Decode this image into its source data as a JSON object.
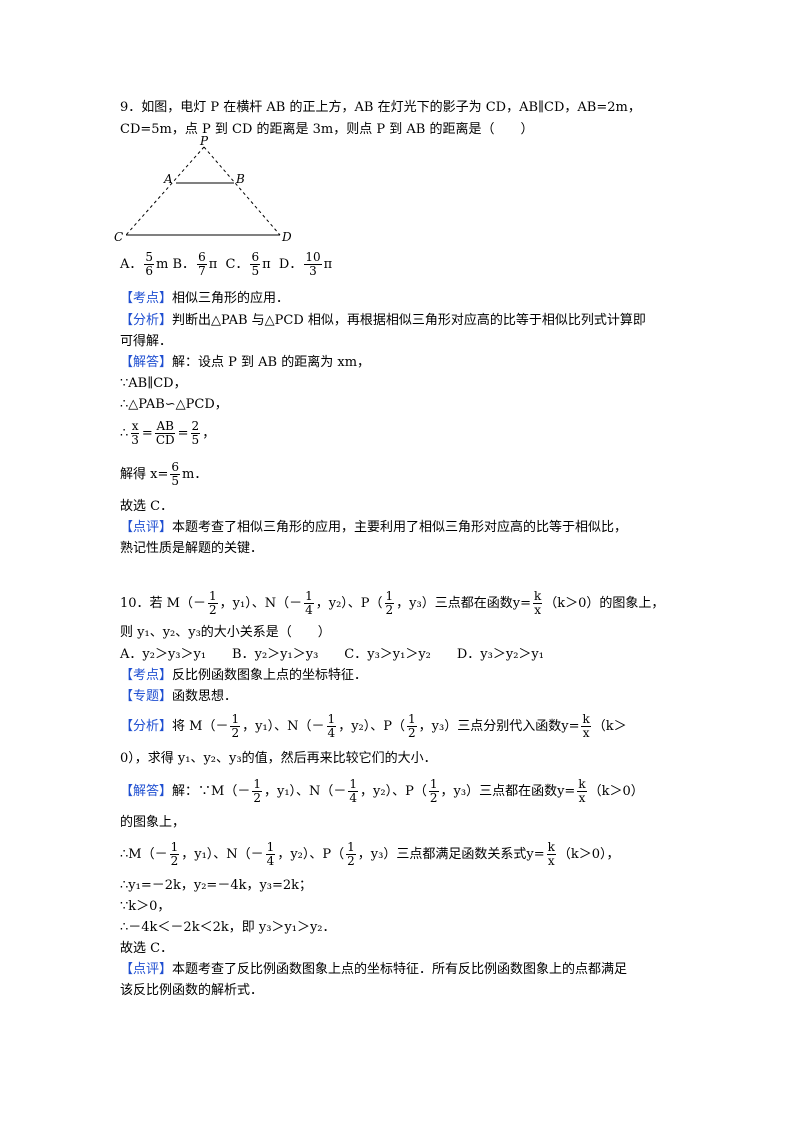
{
  "q9": {
    "line1": "9．如图，电灯 P 在横杆 AB 的正上方，AB 在灯光下的影子为 CD，AB∥CD，AB=2m，",
    "line2": "CD=5m，点 P 到 CD 的距离是 3m，则点 P 到 AB 的距离是（　　）",
    "figure": {
      "P": "P",
      "A": "A",
      "B": "B",
      "C": "C",
      "D": "D"
    },
    "options": {
      "a_label": "A．",
      "a_num": "5",
      "a_den": "6",
      "a_unit": "m",
      "b_label": "B．",
      "b_num": "6",
      "b_den": "7",
      "b_unit": "π",
      "c_label": "C．",
      "c_num": "6",
      "c_den": "5",
      "c_unit": "π",
      "d_label": "D．",
      "d_num": "10",
      "d_den": "3",
      "d_unit": "π"
    },
    "kaodian_tag": "【考点】",
    "kaodian": "相似三角形的应用．",
    "fenxi_tag": "【分析】",
    "fenxi1": "判断出△PAB 与△PCD 相似，再根据相似三角形对应高的比等于相似比列式计算即",
    "fenxi2": "可得解．",
    "jieda_tag": "【解答】",
    "jieda1": "解：设点 P 到 AB 的距离为 xm，",
    "s1": "∵AB∥CD，",
    "s2": "∴△PAB∽△PCD，",
    "s3_pre": "∴",
    "s3_f1n": "x",
    "s3_f1d": "3",
    "s3_f2n": "AB",
    "s3_f2d": "CD",
    "s3_f3n": "2",
    "s3_f3d": "5",
    "s3_end": "，",
    "s4_pre": "解得 x=",
    "s4_n": "6",
    "s4_d": "5",
    "s4_end": "m．",
    "s5": "故选 C．",
    "dianping_tag": "【点评】",
    "dianping1": "本题考查了相似三角形的应用，主要利用了相似三角形对应高的比等于相似比，",
    "dianping2": "熟记性质是解题的关键．"
  },
  "q10": {
    "l1_pre": "10．若 M（－",
    "l1_post": "三点都在函数",
    "l1_cond": "（k＞0）的图象上，",
    "l2": "则 y₁、y₂、y₃的大小关系是（　　）",
    "opts": "A．y₂＞y₃＞y₁　　B．y₂＞y₁＞y₃　　C．y₃＞y₁＞y₂　　D．y₃＞y₂＞y₁",
    "kaodian_tag": "【考点】",
    "kaodian": "反比例函数图象上点的坐标特征．",
    "zhuanti_tag": "【专题】",
    "zhuanti": "函数思想．",
    "fenxi_tag": "【分析】",
    "fenxi_pre": "将 M（－",
    "fenxi_post": "三点分别代入函数",
    "fenxi_cond": "（k＞",
    "fenxi2": "0），求得 y₁、y₂、y₃的值，然后再来比较它们的大小．",
    "jieda_tag": "【解答】",
    "jieda_pre": "解：∵M（－",
    "jieda_post": "三点都在函数",
    "jieda_cond": "（k＞0）",
    "jieda2": "的图象上，",
    "j3_pre": "∴M（－",
    "j3_post": "三点都满足函数关系式",
    "j3_cond": "（k＞0），",
    "j4": "∴y₁=－2k，y₂=－4k，y₃=2k；",
    "j5": "∵k＞0，",
    "j6": "∴－4k＜－2k＜2k，即 y₃＞y₁＞y₂．",
    "j7": "故选 C．",
    "dianping_tag": "【点评】",
    "dianping1": "本题考查了反比例函数图象上点的坐标特征．所有反比例函数图象上的点都满足",
    "dianping2": "该反比例函数的解析式．",
    "m_n": "1",
    "m_d": "2",
    "m_y": "，y₁）、N（－",
    "n_n": "1",
    "n_d": "4",
    "n_y": "，y₂）、P（",
    "p_n": "1",
    "p_d": "2",
    "p_y": "，y₃）",
    "func_y": "y=",
    "func_n": "k",
    "func_d": "x"
  }
}
